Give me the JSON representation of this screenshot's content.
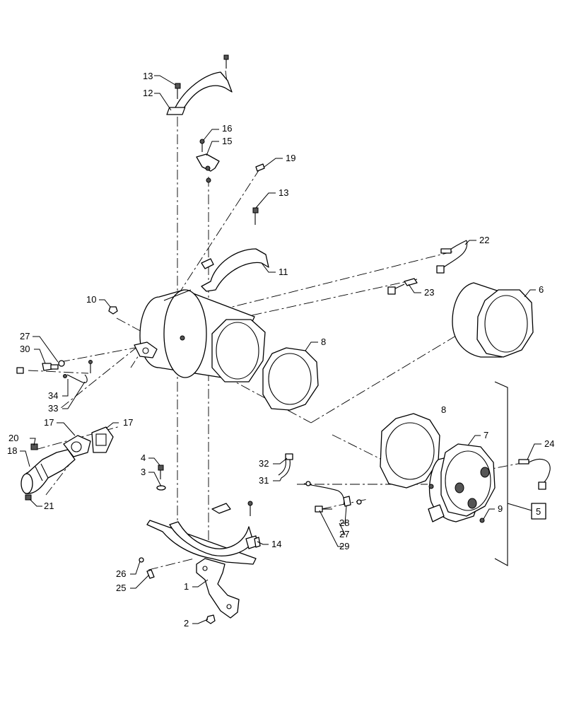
{
  "labels": {
    "l1": "1",
    "l2": "2",
    "l3": "3",
    "l4": "4",
    "l5": "5",
    "l6": "6",
    "l7": "7",
    "l8a": "8",
    "l8b": "8",
    "l9": "9",
    "l10": "10",
    "l11": "11",
    "l12": "12",
    "l13a": "13",
    "l13b": "13",
    "l14": "14",
    "l15": "15",
    "l16": "16",
    "l17a": "17",
    "l17b": "17",
    "l18": "18",
    "l19": "19",
    "l20": "20",
    "l21": "21",
    "l22": "22",
    "l23": "23",
    "l24": "24",
    "l25": "25",
    "l26": "26",
    "l27a": "27",
    "l27b": "27",
    "l28": "28",
    "l29": "29",
    "l30": "30",
    "l31": "31",
    "l32": "32",
    "l33": "33",
    "l34": "34"
  }
}
